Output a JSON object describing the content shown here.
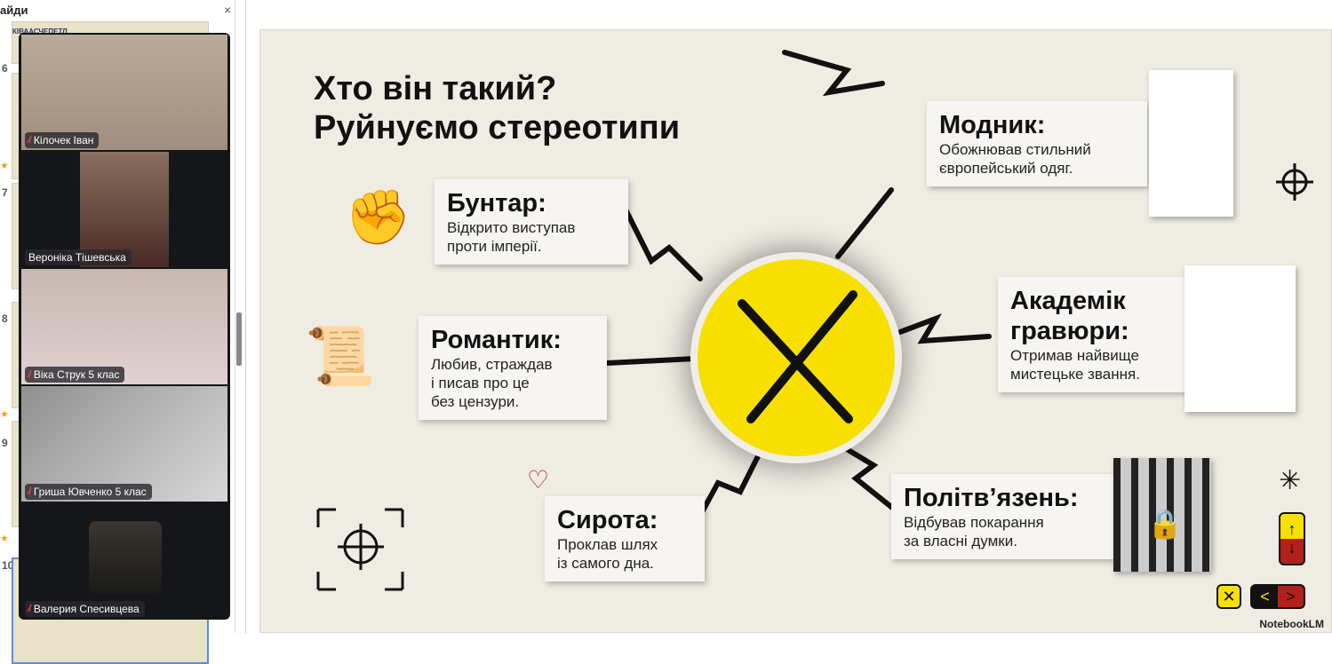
{
  "panel": {
    "title": "айди",
    "close": "×",
    "slide_numbers": [
      "6",
      "7",
      "8",
      "9",
      "10"
    ]
  },
  "participants": [
    {
      "name": "Кілочек Іван"
    },
    {
      "name": "Вероніка Тішевська"
    },
    {
      "name": "Віка Струк 5 клас"
    },
    {
      "name": "Гриша Ювченко 5 клас"
    },
    {
      "name": "Валерия Спесивцева"
    }
  ],
  "thumbnail_strip_text": "КІВААСЧЕПЕТЛ",
  "slide": {
    "title_line1": "Хто він такий?",
    "title_line2": "Руйнуємо стереотипи",
    "cards": [
      {
        "heading": "Бунтар:",
        "line1": "Відкрито виступав",
        "line2": "проти імперії."
      },
      {
        "heading": "Романтик:",
        "line1": "Любив, страждав",
        "line2": "і писав про це",
        "line3": "без цензури."
      },
      {
        "heading": "Сирота:",
        "line1": "Проклав шлях",
        "line2": "із самого дна."
      },
      {
        "heading": "Модник:",
        "line1": "Обожнював стильний",
        "line2": "європейський одяг."
      },
      {
        "heading": "Академік",
        "heading2": "гравюри:",
        "line1": "Отримав найвище",
        "line2": "мистецьке звання."
      },
      {
        "heading": "Політв’язень:",
        "line1": "Відбував покарання",
        "line2": "за власні думки."
      }
    ],
    "controls": {
      "up": "↑",
      "down": "↓",
      "close": "✕",
      "prev": "<",
      "next": ">"
    },
    "brand": "NotebookLM",
    "colors": {
      "yellow": "#f7e000",
      "red": "#b3201c",
      "ink": "#111111"
    }
  }
}
